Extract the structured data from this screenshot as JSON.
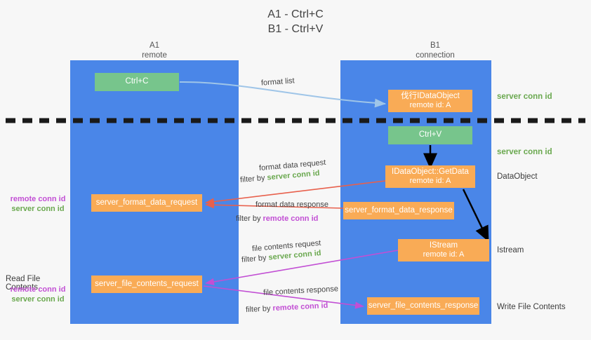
{
  "title": {
    "line1": "A1 - Ctrl+C",
    "line2": "B1 - Ctrl+V"
  },
  "lanes": [
    {
      "name": "A1",
      "sub": "remote"
    },
    {
      "name": "B1",
      "sub": "connection"
    }
  ],
  "colors": {
    "lane_blue": "#4a86e8",
    "box_green": "#77c58c",
    "box_orange": "#f9ab56",
    "server_conn_green": "#6aa84f",
    "remote_conn_purple": "#c24fd4",
    "arrow_blue": "#9fc5e8",
    "arrow_red": "#e8604c",
    "arrow_magenta": "#c24fd4",
    "arrow_black": "#000000",
    "background": "#f7f7f7"
  },
  "boxes": {
    "ctrl_c": {
      "label": "Ctrl+C"
    },
    "idataobject": {
      "line1": "伐行IDataObject",
      "line2": "remote id: A"
    },
    "ctrl_v": {
      "label": "Ctrl+V"
    },
    "getdata": {
      "line1": "IDataObject::GetData",
      "line2": "remote id: A"
    },
    "format_data_request": {
      "label": "server_format_data_request"
    },
    "format_data_response": {
      "label": "server_format_data_response"
    },
    "istream": {
      "line1": "IStream",
      "line2": "remote id: A"
    },
    "file_contents_request": {
      "label": "server_file_contents_request"
    },
    "file_contents_response": {
      "label": "server_file_contents_response"
    }
  },
  "edge_labels": {
    "format_list": "format list",
    "format_data_request": "format data request",
    "format_data_request_filter_prefix": "filter by ",
    "format_data_request_filter_key": "server conn id",
    "format_data_response": "format data response",
    "format_data_response_filter_prefix": "filter by ",
    "format_data_response_filter_key": "remote conn id",
    "file_contents_request": "file contents request",
    "file_contents_request_filter_prefix": "filter by ",
    "file_contents_request_filter_key": "server conn id",
    "file_contents_response": "file contents response",
    "file_contents_response_filter_prefix": "filter by ",
    "file_contents_response_filter_key": "remote conn id"
  },
  "side_annotations": {
    "server_conn_id_1": "server conn id",
    "server_conn_id_2": "server conn id",
    "dataobject": "DataObject",
    "istream": "Istream",
    "write_file_contents": "Write File Contents"
  },
  "left_annotations": {
    "remote_conn_id_1": "remote conn id",
    "server_conn_id_1": "server conn id",
    "read_file_contents": "Read File Contents",
    "remote_conn_id_2": "remote conn id",
    "server_conn_id_2": "server conn id"
  }
}
